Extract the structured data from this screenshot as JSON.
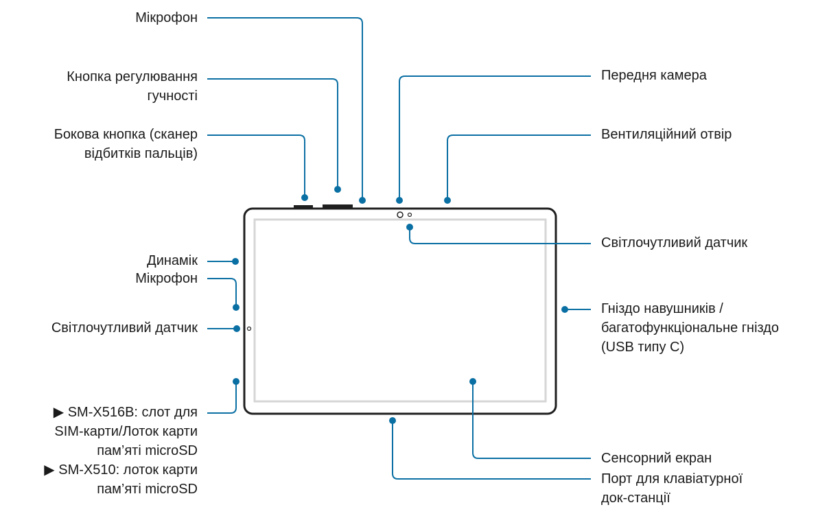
{
  "colors": {
    "leader": "#0a6fa3",
    "device": "#1f1f1f",
    "screen": "#d6d6d6"
  },
  "labels": {
    "mic_top": "Мікрофон",
    "volume_1": "Кнопка регулювання",
    "volume_2": "гучності",
    "side_1": "Бокова кнопка (сканер",
    "side_2": "відбитків пальців)",
    "speaker": "Динамік",
    "mic_side": "Мікрофон",
    "light_left": "Світлочутливий датчик",
    "sim_1": "▶ SM-X516B: слот для",
    "sim_2": "SIM-карти/Лоток карти",
    "sim_3": "пам’яті microSD",
    "sim_4": "▶ SM-X510: лоток карти",
    "sim_5": "пам’яті microSD",
    "front_camera": "Передня камера",
    "vent": "Вентиляційний отвір",
    "light_right": "Світлочутливий датчик",
    "jack_1": "Гніздо навушників /",
    "jack_2": "багатофункціональне гніздо",
    "jack_3": "(USB типу C)",
    "touchscreen": "Сенсорний екран",
    "dock_1": "Порт для клавіатурної",
    "dock_2": "док-станції"
  }
}
